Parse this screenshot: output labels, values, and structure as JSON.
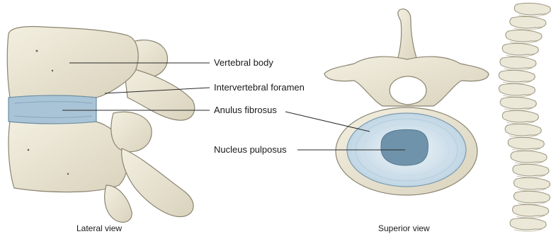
{
  "labels": {
    "vertebral_body": "Vertebral body",
    "intervertebral_foramen": "Intervertebral foramen",
    "anulus_fibrosus": "Anulus fibrosus",
    "nucleus_pulposus": "Nucleus pulposus"
  },
  "views": {
    "lateral": "Lateral view",
    "superior": "Superior view"
  },
  "colors": {
    "bone": "#e9e4d2",
    "bone_outline": "#8a8470",
    "disc": "#a9c4d6",
    "disc_light": "#dde9f1",
    "nucleus": "#6e93ab",
    "leader_line": "#2a2a2a"
  }
}
